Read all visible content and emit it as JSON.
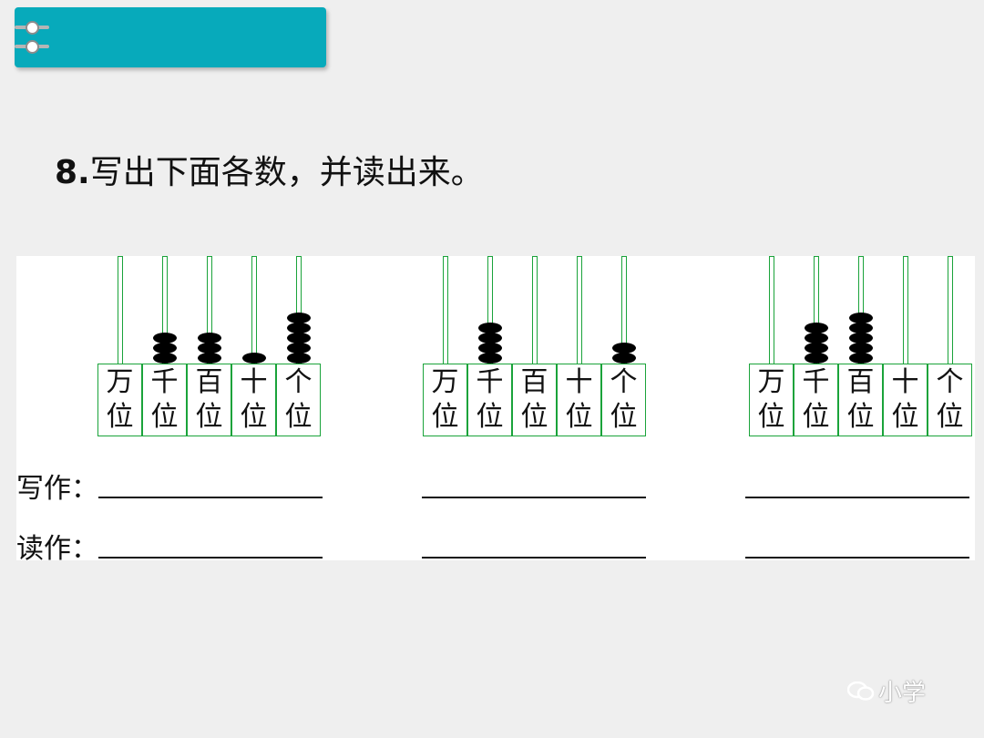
{
  "title": {
    "number": "8.",
    "text": "写出下面各数，并读出来。"
  },
  "place_labels": [
    [
      "万",
      "位"
    ],
    [
      "千",
      "位"
    ],
    [
      "百",
      "位"
    ],
    [
      "十",
      "位"
    ],
    [
      "个",
      "位"
    ]
  ],
  "abacuses": [
    {
      "beads": [
        0,
        3,
        3,
        1,
        5
      ]
    },
    {
      "beads": [
        0,
        4,
        0,
        0,
        2
      ]
    },
    {
      "beads": [
        0,
        4,
        5,
        0,
        0
      ]
    }
  ],
  "rows": {
    "write_label": "写作：",
    "read_label": "读作："
  },
  "watermark": "小学",
  "colors": {
    "header": "#07aabb",
    "rod": "#1aa33a",
    "bead": "#000000"
  }
}
